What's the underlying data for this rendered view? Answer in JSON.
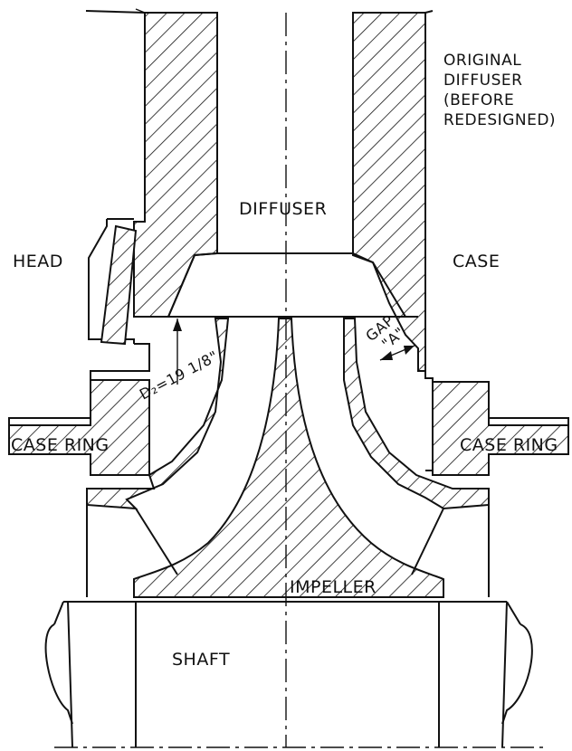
{
  "labels": {
    "diffuser": "DIFFUSER",
    "head": "HEAD",
    "case": "CASE",
    "case_ring_left": "CASE RING",
    "case_ring_right": "CASE RING",
    "impeller": "IMPELLER",
    "shaft": "SHAFT",
    "gap_line1": "GAP",
    "gap_line2": "\"A\"",
    "d2_dimension": "D₂=19 1/8\""
  },
  "note": {
    "line1": "ORIGINAL",
    "line2": "DIFFUSER",
    "line3": "(BEFORE",
    "line4": "REDESIGNED)"
  }
}
